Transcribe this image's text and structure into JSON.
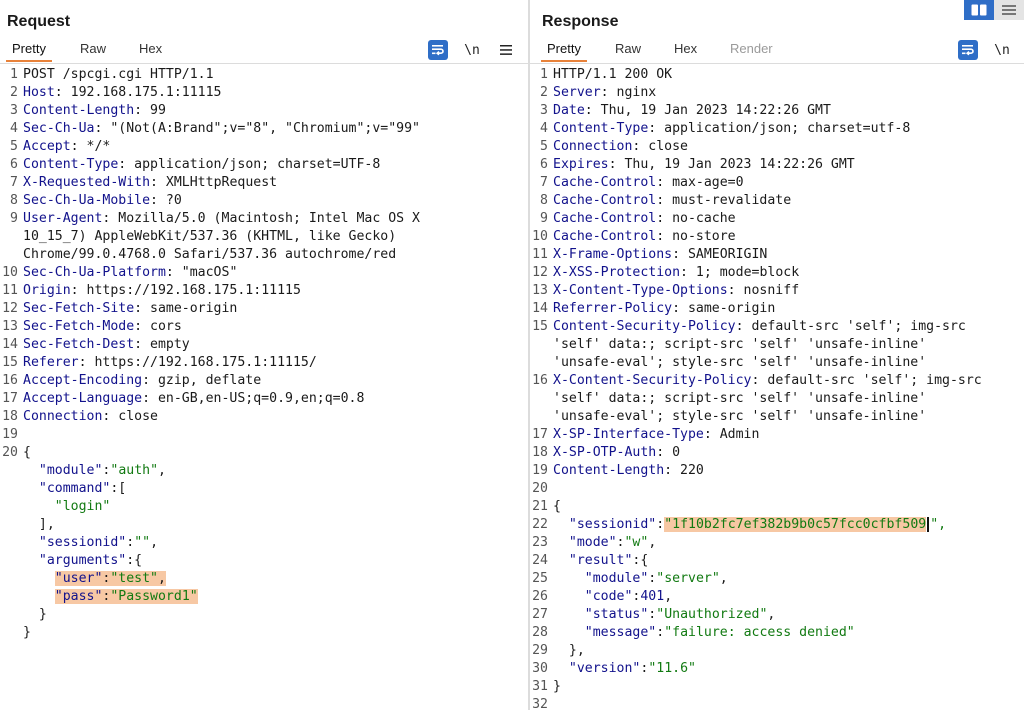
{
  "request": {
    "title": "Request",
    "tabs": [
      "Pretty",
      "Raw",
      "Hex"
    ],
    "tool_newline": "\\n",
    "lines": [
      [
        {
          "t": "POST /spcgi.cgi HTTP/1.1",
          "c": "v"
        }
      ],
      [
        {
          "t": "Host",
          "c": "k"
        },
        {
          "t": ": 192.168.175.1:11115",
          "c": "v"
        }
      ],
      [
        {
          "t": "Content-Length",
          "c": "k"
        },
        {
          "t": ": 99",
          "c": "v"
        }
      ],
      [
        {
          "t": "Sec-Ch-Ua",
          "c": "k"
        },
        {
          "t": ": \"(Not(A:Brand\";v=\"8\", \"Chromium\";v=\"99\"",
          "c": "v"
        }
      ],
      [
        {
          "t": "Accept",
          "c": "k"
        },
        {
          "t": ": */*",
          "c": "v"
        }
      ],
      [
        {
          "t": "Content-Type",
          "c": "k"
        },
        {
          "t": ": application/json; charset=UTF-8",
          "c": "v"
        }
      ],
      [
        {
          "t": "X-Requested-With",
          "c": "k"
        },
        {
          "t": ": XMLHttpRequest",
          "c": "v"
        }
      ],
      [
        {
          "t": "Sec-Ch-Ua-Mobile",
          "c": "k"
        },
        {
          "t": ": ?0",
          "c": "v"
        }
      ],
      [
        {
          "t": "User-Agent",
          "c": "k"
        },
        {
          "t": ": Mozilla/5.0 (Macintosh; Intel Mac OS X",
          "c": "v"
        }
      ],
      [
        {
          "t": "10_15_7) AppleWebKit/537.36 (KHTML, like Gecko)",
          "c": "v"
        }
      ],
      [
        {
          "t": "Chrome/99.0.4768.0 Safari/537.36 autochrome/red",
          "c": "v"
        }
      ],
      [
        {
          "t": "Sec-Ch-Ua-Platform",
          "c": "k"
        },
        {
          "t": ": \"macOS\"",
          "c": "v"
        }
      ],
      [
        {
          "t": "Origin",
          "c": "k"
        },
        {
          "t": ": https://192.168.175.1:11115",
          "c": "v"
        }
      ],
      [
        {
          "t": "Sec-Fetch-Site",
          "c": "k"
        },
        {
          "t": ": same-origin",
          "c": "v"
        }
      ],
      [
        {
          "t": "Sec-Fetch-Mode",
          "c": "k"
        },
        {
          "t": ": cors",
          "c": "v"
        }
      ],
      [
        {
          "t": "Sec-Fetch-Dest",
          "c": "k"
        },
        {
          "t": ": empty",
          "c": "v"
        }
      ],
      [
        {
          "t": "Referer",
          "c": "k"
        },
        {
          "t": ": https://192.168.175.1:11115/",
          "c": "v"
        }
      ],
      [
        {
          "t": "Accept-Encoding",
          "c": "k"
        },
        {
          "t": ": gzip, deflate",
          "c": "v"
        }
      ],
      [
        {
          "t": "Accept-Language",
          "c": "k"
        },
        {
          "t": ": en-GB,en-US;q=0.9,en;q=0.8",
          "c": "v"
        }
      ],
      [
        {
          "t": "Connection",
          "c": "k"
        },
        {
          "t": ": close",
          "c": "v"
        }
      ],
      [],
      [
        {
          "t": "{",
          "c": "p"
        }
      ],
      [
        {
          "t": "  ",
          "c": "p"
        },
        {
          "t": "\"module\"",
          "c": "k"
        },
        {
          "t": ":",
          "c": "p"
        },
        {
          "t": "\"auth\"",
          "c": "s"
        },
        {
          "t": ",",
          "c": "p"
        }
      ],
      [
        {
          "t": "  ",
          "c": "p"
        },
        {
          "t": "\"command\"",
          "c": "k"
        },
        {
          "t": ":[",
          "c": "p"
        }
      ],
      [
        {
          "t": "    ",
          "c": "p"
        },
        {
          "t": "\"login\"",
          "c": "s"
        }
      ],
      [
        {
          "t": "  ],",
          "c": "p"
        }
      ],
      [
        {
          "t": "  ",
          "c": "p"
        },
        {
          "t": "\"sessionid\"",
          "c": "k"
        },
        {
          "t": ":",
          "c": "p"
        },
        {
          "t": "\"\"",
          "c": "s"
        },
        {
          "t": ",",
          "c": "p"
        }
      ],
      [
        {
          "t": "  ",
          "c": "p"
        },
        {
          "t": "\"arguments\"",
          "c": "k"
        },
        {
          "t": ":{",
          "c": "p"
        }
      ],
      [
        {
          "t": "    ",
          "c": "p"
        },
        {
          "t": "\"user\"",
          "c": "k",
          "h": 1
        },
        {
          "t": ":",
          "c": "p",
          "h": 1
        },
        {
          "t": "\"test\"",
          "c": "s",
          "h": 1
        },
        {
          "t": ",",
          "c": "p",
          "h": 1
        }
      ],
      [
        {
          "t": "    ",
          "c": "p"
        },
        {
          "t": "\"pass\"",
          "c": "k",
          "h": 1
        },
        {
          "t": ":",
          "c": "p",
          "h": 1
        },
        {
          "t": "\"Password1\"",
          "c": "s",
          "h": 1
        }
      ],
      [
        {
          "t": "  }",
          "c": "p"
        }
      ],
      [
        {
          "t": "}",
          "c": "p"
        }
      ]
    ]
  },
  "response": {
    "title": "Response",
    "tabs": [
      "Pretty",
      "Raw",
      "Hex",
      "Render"
    ],
    "tool_newline": "\\n",
    "lines": [
      [
        {
          "t": "HTTP/1.1 200 OK",
          "c": "v"
        }
      ],
      [
        {
          "t": "Server",
          "c": "k"
        },
        {
          "t": ": nginx",
          "c": "v"
        }
      ],
      [
        {
          "t": "Date",
          "c": "k"
        },
        {
          "t": ": Thu, 19 Jan 2023 14:22:26 GMT",
          "c": "v"
        }
      ],
      [
        {
          "t": "Content-Type",
          "c": "k"
        },
        {
          "t": ": application/json; charset=utf-8",
          "c": "v"
        }
      ],
      [
        {
          "t": "Connection",
          "c": "k"
        },
        {
          "t": ": close",
          "c": "v"
        }
      ],
      [
        {
          "t": "Expires",
          "c": "k"
        },
        {
          "t": ": Thu, 19 Jan 2023 14:22:26 GMT",
          "c": "v"
        }
      ],
      [
        {
          "t": "Cache-Control",
          "c": "k"
        },
        {
          "t": ": max-age=0",
          "c": "v"
        }
      ],
      [
        {
          "t": "Cache-Control",
          "c": "k"
        },
        {
          "t": ": must-revalidate",
          "c": "v"
        }
      ],
      [
        {
          "t": "Cache-Control",
          "c": "k"
        },
        {
          "t": ": no-cache",
          "c": "v"
        }
      ],
      [
        {
          "t": "Cache-Control",
          "c": "k"
        },
        {
          "t": ": no-store",
          "c": "v"
        }
      ],
      [
        {
          "t": "X-Frame-Options",
          "c": "k"
        },
        {
          "t": ": SAMEORIGIN",
          "c": "v"
        }
      ],
      [
        {
          "t": "X-XSS-Protection",
          "c": "k"
        },
        {
          "t": ": 1; mode=block",
          "c": "v"
        }
      ],
      [
        {
          "t": "X-Content-Type-Options",
          "c": "k"
        },
        {
          "t": ": nosniff",
          "c": "v"
        }
      ],
      [
        {
          "t": "Referrer-Policy",
          "c": "k"
        },
        {
          "t": ": same-origin",
          "c": "v"
        }
      ],
      [
        {
          "t": "Content-Security-Policy",
          "c": "k"
        },
        {
          "t": ": default-src 'self'; img-src",
          "c": "v"
        }
      ],
      [
        {
          "t": "'self' data:; script-src 'self' 'unsafe-inline'",
          "c": "v"
        }
      ],
      [
        {
          "t": "'unsafe-eval'; style-src 'self' 'unsafe-inline'",
          "c": "v"
        }
      ],
      [
        {
          "t": "X-Content-Security-Policy",
          "c": "k"
        },
        {
          "t": ": default-src 'self'; img-src",
          "c": "v"
        }
      ],
      [
        {
          "t": "'self' data:; script-src 'self' 'unsafe-inline'",
          "c": "v"
        }
      ],
      [
        {
          "t": "'unsafe-eval'; style-src 'self' 'unsafe-inline'",
          "c": "v"
        }
      ],
      [
        {
          "t": "X-SP-Interface-Type",
          "c": "k"
        },
        {
          "t": ": Admin",
          "c": "v"
        }
      ],
      [
        {
          "t": "X-SP-OTP-Auth",
          "c": "k"
        },
        {
          "t": ": 0",
          "c": "v"
        }
      ],
      [
        {
          "t": "Content-Length",
          "c": "k"
        },
        {
          "t": ": 220",
          "c": "v"
        }
      ],
      [],
      [
        {
          "t": "{",
          "c": "p"
        }
      ],
      [
        {
          "t": "  ",
          "c": "p"
        },
        {
          "t": "\"sessionid\"",
          "c": "k"
        },
        {
          "t": ":",
          "c": "p"
        },
        {
          "t": "\"1f10b2fc7ef382b9b0c57fcc0cfbf509",
          "c": "s",
          "h": 1
        },
        {
          "t": "caret",
          "c": "caret"
        },
        {
          "t": "\",",
          "c": "s"
        }
      ],
      [
        {
          "t": "  ",
          "c": "p"
        },
        {
          "t": "\"mode\"",
          "c": "k"
        },
        {
          "t": ":",
          "c": "p"
        },
        {
          "t": "\"w\"",
          "c": "s"
        },
        {
          "t": ",",
          "c": "p"
        }
      ],
      [
        {
          "t": "  ",
          "c": "p"
        },
        {
          "t": "\"result\"",
          "c": "k"
        },
        {
          "t": ":{",
          "c": "p"
        }
      ],
      [
        {
          "t": "    ",
          "c": "p"
        },
        {
          "t": "\"module\"",
          "c": "k"
        },
        {
          "t": ":",
          "c": "p"
        },
        {
          "t": "\"server\"",
          "c": "s"
        },
        {
          "t": ",",
          "c": "p"
        }
      ],
      [
        {
          "t": "    ",
          "c": "p"
        },
        {
          "t": "\"code\"",
          "c": "k"
        },
        {
          "t": ":",
          "c": "p"
        },
        {
          "t": "401",
          "c": "n"
        },
        {
          "t": ",",
          "c": "p"
        }
      ],
      [
        {
          "t": "    ",
          "c": "p"
        },
        {
          "t": "\"status\"",
          "c": "k"
        },
        {
          "t": ":",
          "c": "p"
        },
        {
          "t": "\"Unauthorized\"",
          "c": "s"
        },
        {
          "t": ",",
          "c": "p"
        }
      ],
      [
        {
          "t": "    ",
          "c": "p"
        },
        {
          "t": "\"message\"",
          "c": "k"
        },
        {
          "t": ":",
          "c": "p"
        },
        {
          "t": "\"failure: access denied\"",
          "c": "s"
        }
      ],
      [
        {
          "t": "  },",
          "c": "p"
        }
      ],
      [
        {
          "t": "  ",
          "c": "p"
        },
        {
          "t": "\"version\"",
          "c": "k"
        },
        {
          "t": ":",
          "c": "p"
        },
        {
          "t": "\"11.6\"",
          "c": "s"
        }
      ],
      [
        {
          "t": "}",
          "c": "p"
        }
      ],
      []
    ]
  },
  "line_numbers": {
    "request": [
      "1",
      "2",
      "3",
      "4",
      "5",
      "6",
      "7",
      "8",
      "9",
      "",
      "",
      "10",
      "11",
      "12",
      "13",
      "14",
      "15",
      "16",
      "17",
      "18",
      "19",
      "20",
      "",
      "",
      "",
      "",
      "",
      "",
      "",
      "",
      "",
      ""
    ],
    "response": [
      "1",
      "2",
      "3",
      "4",
      "5",
      "6",
      "7",
      "8",
      "9",
      "10",
      "11",
      "12",
      "13",
      "14",
      "15",
      "",
      "",
      "16",
      "",
      "",
      "17",
      "18",
      "19",
      "20",
      "21",
      "22",
      "23",
      "24",
      "25",
      "26",
      "27",
      "28",
      "29",
      "30",
      "31",
      "32"
    ]
  },
  "colors": {
    "key": "#12128c",
    "string": "#127a12",
    "highlight": "#f7c8a4",
    "accent": "#e8823a",
    "toggle": "#2f6ec7"
  }
}
